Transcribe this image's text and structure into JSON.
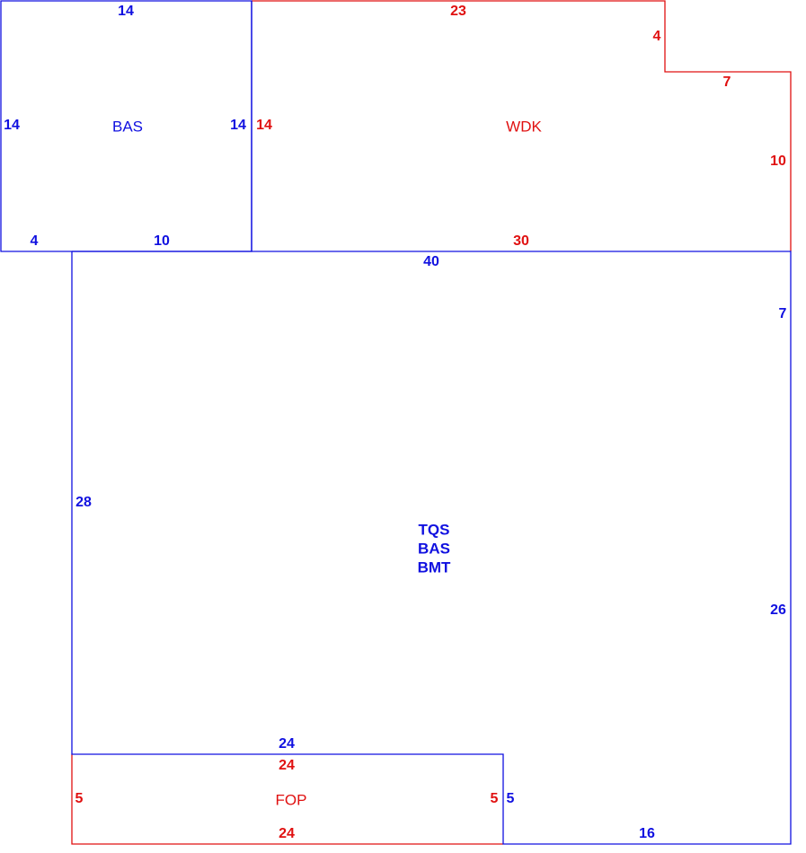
{
  "colors": {
    "primary": "#1010e0",
    "secondary": "#e01010"
  },
  "sections": {
    "bas_upper": {
      "label": "BAS",
      "dims": {
        "top": "14",
        "left": "14",
        "right": "14",
        "bottom_left": "4",
        "bottom_right": "10"
      }
    },
    "wdk": {
      "label": "WDK",
      "dims": {
        "top": "23",
        "step_down": "4",
        "step_across": "7",
        "right": "10",
        "bottom": "30",
        "left": "14"
      }
    },
    "main": {
      "labels": [
        "TQS",
        "BAS",
        "BMT"
      ],
      "dims": {
        "top": "40",
        "right_upper": "7",
        "left": "28",
        "right_lower": "26",
        "fop_top": "24",
        "fop_side": "5",
        "bottom": "16"
      }
    },
    "fop": {
      "label": "FOP",
      "dims": {
        "top": "24",
        "left": "5",
        "right": "5",
        "bottom": "24"
      }
    }
  }
}
